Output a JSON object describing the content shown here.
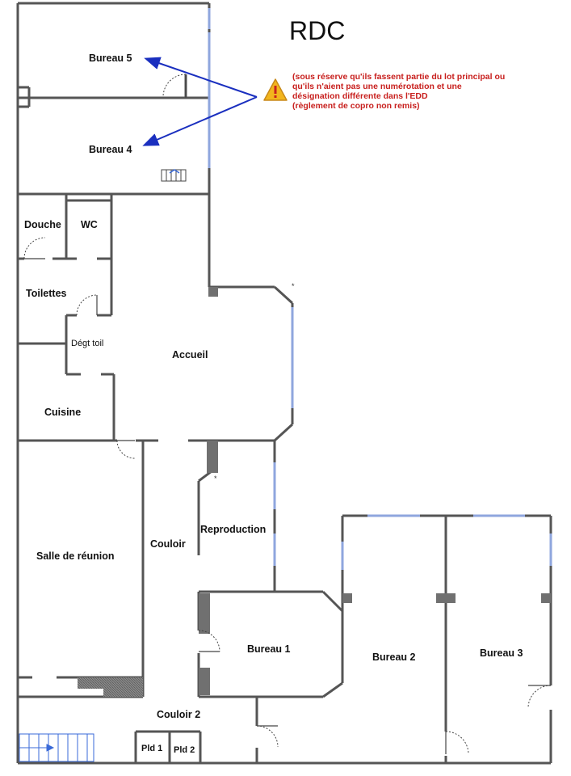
{
  "level_title": "RDC",
  "note": {
    "lines": [
      "(sous réserve qu'ils fassent partie du lot principal ou",
      "qu'ils n'aient pas une numérotation et une",
      "désignation différente dans l'EDD",
      "(règlement de copro non remis)"
    ],
    "color": "#c8201e"
  },
  "icons": {
    "warning": "warning-triangle-icon",
    "arrow": "arrow-icon"
  },
  "colors": {
    "wall": "#555555",
    "window": "#b8c7ec",
    "arrow": "#1a2fbf",
    "warning": "#f2b51d"
  },
  "rooms": {
    "bureau5": "Bureau 5",
    "bureau4": "Bureau 4",
    "douche": "Douche",
    "wc": "WC",
    "toilettes": "Toilettes",
    "degt_toil": "Dégt toil",
    "accueil": "Accueil",
    "cuisine": "Cuisine",
    "salle_reunion": "Salle de réunion",
    "couloir": "Couloir",
    "reproduction": "Reproduction",
    "bureau1": "Bureau 1",
    "bureau2": "Bureau 2",
    "bureau3": "Bureau 3",
    "couloir2": "Couloir 2",
    "pld1": "Pld 1",
    "pld2": "Pld 2"
  }
}
